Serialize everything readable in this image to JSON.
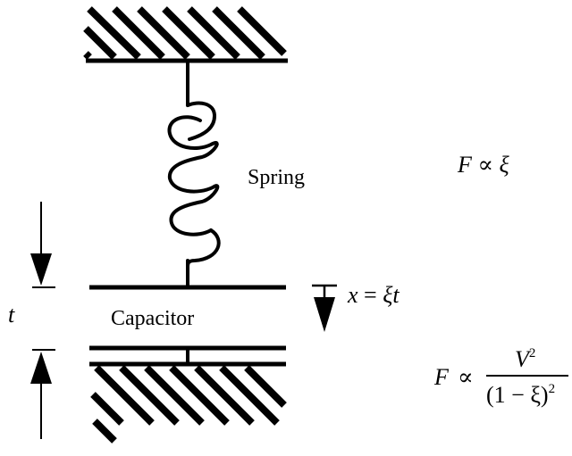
{
  "labels": {
    "spring": "Spring",
    "capacitor": "Capacitor",
    "gap_symbol": "t"
  },
  "displacement": {
    "lhs": "x",
    "equals": " = ",
    "rhs": "ξt"
  },
  "force_spring": {
    "lhs": "F",
    "prop": " ∝ ",
    "rhs": "ξ"
  },
  "force_capacitor": {
    "lhs": "F",
    "prop": "∝",
    "numerator_base": "V",
    "numerator_exp": "2",
    "denominator_base": "(1 − ξ)",
    "denominator_exp": "2"
  },
  "colors": {
    "ink": "#000000",
    "background": "#ffffff"
  }
}
